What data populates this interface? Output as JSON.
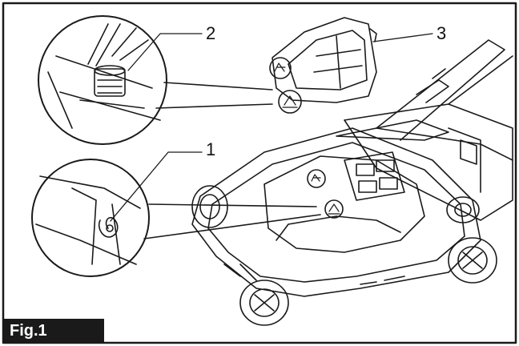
{
  "figure": {
    "label": "Fig.1"
  },
  "callouts": [
    {
      "number": "1"
    },
    {
      "number": "2"
    },
    {
      "number": "3"
    }
  ],
  "colors": {
    "line": "#1a1a1a",
    "background": "#ffffff",
    "label_bg": "#1a1a1a"
  }
}
